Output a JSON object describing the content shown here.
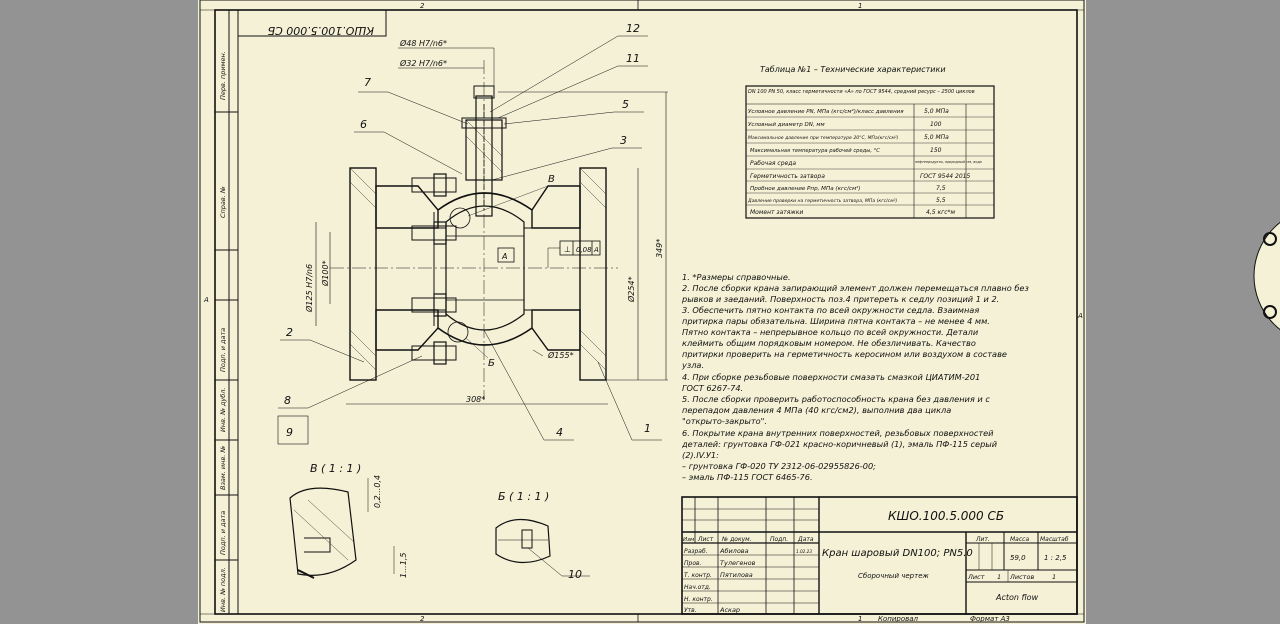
{
  "drawing": {
    "number": "КШО.100.5.000 СБ",
    "number_mirrored": "КШО.100.5.000 СБ",
    "title": "Кран шаровый DN100; PN5.0",
    "subtitle": "Сборочный чертеж",
    "company": "Acton flow",
    "mass": "59,0",
    "scale": "1 : 2,5",
    "sheet_no": "1",
    "sheets_total": "1",
    "footer_left": "Копировал",
    "footer_right": "Формат A3"
  },
  "title_block": {
    "col_heads": [
      "Изм.",
      "Лист",
      "№ докум.",
      "Подп.",
      "Дата"
    ],
    "lit_label": "Лит.",
    "mass_label": "Масса",
    "scale_label": "Масштаб",
    "sheet_label": "Лист",
    "sheets_label": "Листов",
    "rows": [
      {
        "role": "Разраб.",
        "name": "Абилова",
        "date": "1.02.23"
      },
      {
        "role": "Пров.",
        "name": "Тулегенов",
        "date": ""
      },
      {
        "role": "Т. контр.",
        "name": "Пятилова",
        "date": ""
      },
      {
        "role": "Нач.отд.",
        "name": "",
        "date": ""
      },
      {
        "role": "Н. контр.",
        "name": "",
        "date": ""
      },
      {
        "role": "Утв.",
        "name": "Аскар",
        "date": ""
      }
    ]
  },
  "side_stamp": [
    "Перв. примен.",
    "Справ. №",
    "Подп. и дата",
    "Инв. № дубл.",
    "Взам. инв. №",
    "Подп. и дата",
    "Инв. № подл."
  ],
  "zones": {
    "top_left": "2",
    "top_right": "1",
    "bottom_left": "2",
    "bottom_right": "1",
    "left": "A",
    "right": "A"
  },
  "dimensions": {
    "d48": "Ø48 H7/n6*",
    "d32": "Ø32 H7/n6*",
    "d125": "Ø125 H7/n6",
    "d100": "Ø100*",
    "d254": "Ø254*",
    "d155": "Ø155*",
    "len308": "308*",
    "h349": "349*",
    "tolerance": "0,08",
    "datum": "A"
  },
  "callouts": [
    "12",
    "11",
    "5",
    "3",
    "7",
    "6",
    "2",
    "8",
    "9",
    "4",
    "1",
    "10"
  ],
  "view_labels": {
    "v": "В",
    "b": "Б",
    "view_v": "В ( 1 : 1 )",
    "view_b": "Б ( 1 : 1 )",
    "dim_a": "0,2...0,4",
    "dim_b": "1...1,5"
  },
  "spec_table": {
    "title": "Таблица №1 – Технические характеристики",
    "header": "DN 100 PN 50, класс герметичности «А» по ГОСТ 9544, средний ресурс – 2500 циклов",
    "rows": [
      {
        "param": "Условное давление PN, МПа (кгс/см²)/класс давления",
        "value": "5,0 МПа"
      },
      {
        "param": "Условный диаметр DN, мм",
        "value": "100"
      },
      {
        "param": "Максимальное давление при температуре 20°С, МПа(кгс/см²)",
        "value": "5,0 МПа"
      },
      {
        "param": "Максимальная температура рабочей среды, °С",
        "value": "150"
      },
      {
        "param": "Рабочая среда",
        "value": "нефтепродукты, природный газ, вода"
      },
      {
        "param": "Герметичность затвора",
        "value": "ГОСТ 9544 2015"
      },
      {
        "param": "Пробное давление Pпр, МПа (кгс/см²)",
        "value": "7,5"
      },
      {
        "param": "Давление проверки на герметичность затвора, МПа (кгс/см²)",
        "value": "5,5"
      },
      {
        "param": "Момент затяжки",
        "value": "4,5 кгс*м"
      }
    ]
  },
  "notes": [
    "1.   *Размеры справочные.",
    "2.   После сборки крана запирающий элемент должен перемещаться плавно без",
    "      рывков и заеданий. Поверхность поз.4 притереть к седлу позиций 1 и 2.",
    "3.   Обеспечить пятно контакта по всей окружности седла. Взаимная",
    "      притирка пары обязательна. Ширина пятна контакта – не менее 4 мм.",
    "      Пятно контакта – непрерывное кольцо по всей окружности. Детали",
    "      клеймить общим порядковым номером. Не обезличивать. Качество",
    "      притирки проверить на герметичность керосином или воздухом в составе",
    "      узла.",
    "4.   При сборке резьбовые поверхности смазать смазкой ЦИАТИМ-201",
    "      ГОСТ 6267-74.",
    "5.   После сборки проверить работоспособность крана без давления и с",
    "      перепадом давления 4 МПа (40 кгс/см2), выполнив два цикла",
    "      \"открыто-закрыто\".",
    "6.   Покрытие крана внутренних поверхностей,  резьбовых поверхностей",
    "      деталей: грунтовка ГФ-021 красно-коричневый (1), эмаль ПФ-115 серый",
    "      (2).IV.У1:",
    "        – грунтовка ГФ-020 ТУ 2312-06-02955826-00;",
    "        – эмаль ПФ-115 ГОСТ 6465-76."
  ]
}
